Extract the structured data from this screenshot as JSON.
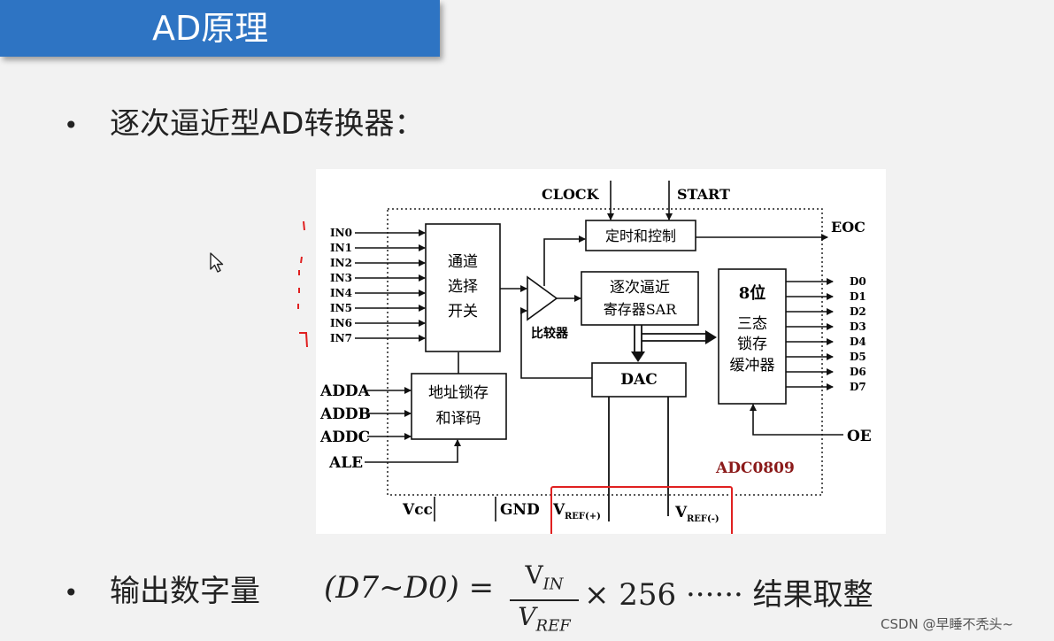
{
  "title": "AD原理",
  "bullet_symbol": "•",
  "line1": "逐次逼近型AD转换器：",
  "diagram": {
    "inputs": [
      "IN0",
      "IN1",
      "IN2",
      "IN3",
      "IN4",
      "IN5",
      "IN6",
      "IN7"
    ],
    "address_pins": [
      "ADDA",
      "ADDB",
      "ADDC",
      "ALE"
    ],
    "outputs": [
      "D0",
      "D1",
      "D2",
      "D3",
      "D4",
      "D5",
      "D6",
      "D7"
    ],
    "clock": "CLOCK",
    "start": "START",
    "eoc": "EOC",
    "oe": "OE",
    "vcc": "Vcc",
    "gnd": "GND",
    "vref_letter": "V",
    "vref_plus_sub": "REF(+)",
    "vref_minus_sub": "REF(-)",
    "chip_name": "ADC0809",
    "mux_lines": [
      "通道",
      "选择",
      "开关"
    ],
    "timing": "定时和控制",
    "sar_lines": [
      "逐次逼近",
      "寄存器SAR"
    ],
    "comparator": "比较器",
    "dac": "DAC",
    "addr_latch_lines": [
      "地址锁存",
      "和译码"
    ],
    "latch_lines": [
      "8位",
      "三态",
      "锁存",
      "缓冲器"
    ]
  },
  "line2_label": "输出数字量",
  "formula": {
    "lhs": "(D7~D0) =",
    "num_main": "V",
    "num_sub": "IN",
    "den_main": "V",
    "den_sub": "REF",
    "rhs": "× 256 ······ 结果取整"
  },
  "watermark": "CSDN @早睡不秃头~",
  "colors": {
    "title_bg": "#2e74c3",
    "highlight": "#e02020",
    "chip_name": "#8b1a1a"
  }
}
